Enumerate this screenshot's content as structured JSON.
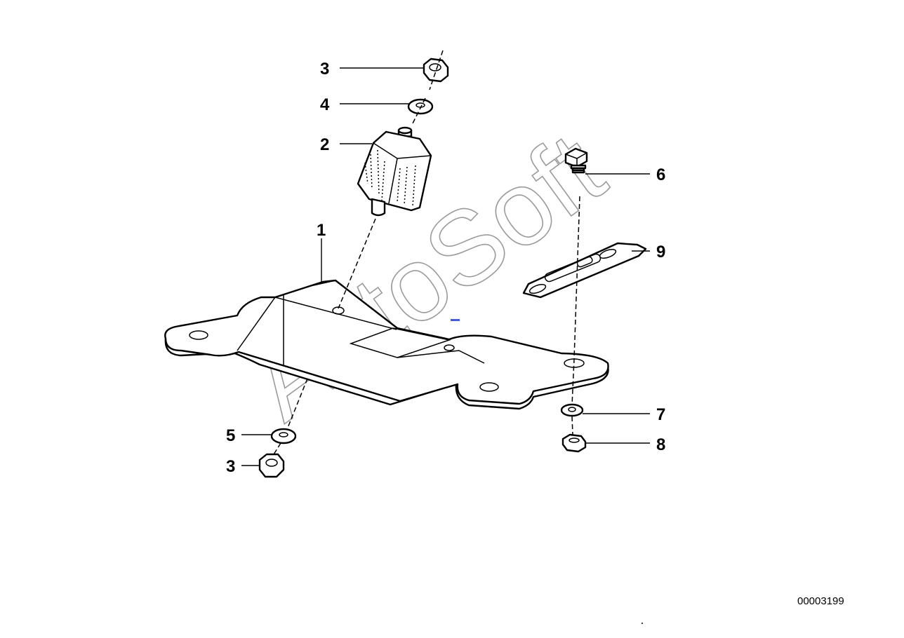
{
  "callouts": [
    {
      "id": "3-top",
      "label": "3",
      "part": "hex-nut"
    },
    {
      "id": "4",
      "label": "4",
      "part": "washer"
    },
    {
      "id": "2",
      "label": "2",
      "part": "rubber-mount"
    },
    {
      "id": "1",
      "label": "1",
      "part": "bracket"
    },
    {
      "id": "6",
      "label": "6",
      "part": "bolt"
    },
    {
      "id": "9",
      "label": "9",
      "part": "slotted-plate"
    },
    {
      "id": "7",
      "label": "7",
      "part": "washer"
    },
    {
      "id": "8",
      "label": "8",
      "part": "hex-nut"
    },
    {
      "id": "5",
      "label": "5",
      "part": "washer"
    },
    {
      "id": "3-bottom",
      "label": "3",
      "part": "hex-nut"
    }
  ],
  "diagram_id": "00003199",
  "watermark": "AutoSoft",
  "colors": {
    "line": "#000000",
    "watermark": "#9a9a9a",
    "accent_mark": "#4a5bd6"
  }
}
